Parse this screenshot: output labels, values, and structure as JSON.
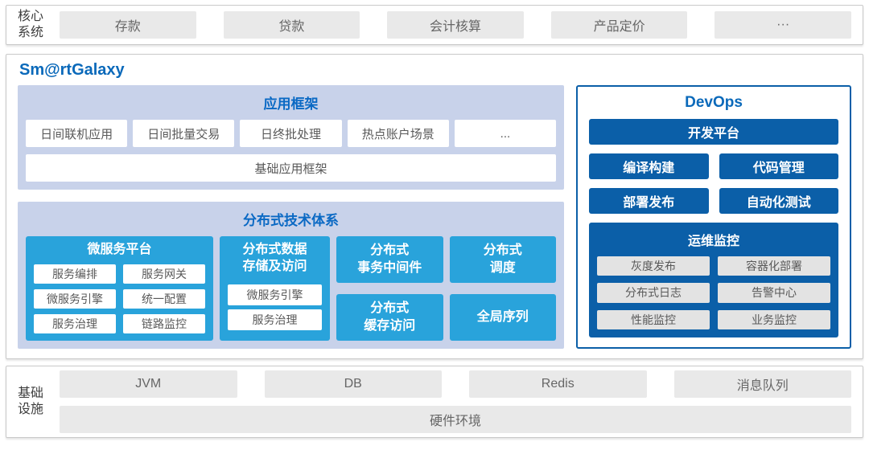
{
  "colors": {
    "accent_blue": "#0a69ba",
    "dark_blue": "#0b5fa8",
    "cyan": "#29a3db",
    "lavender": "#c8d2ea",
    "gray_box": "#e9e9e9"
  },
  "core": {
    "label": "核心\n系统",
    "items": [
      "存款",
      "贷款",
      "会计核算",
      "产品定价",
      "···"
    ]
  },
  "galaxy": {
    "title": "Sm@rtGalaxy",
    "app_framework": {
      "title": "应用框架",
      "items": [
        "日间联机应用",
        "日间批量交易",
        "日终批处理",
        "热点账户场景",
        "..."
      ],
      "base": "基础应用框架"
    },
    "distributed": {
      "title": "分布式技术体系",
      "microservice": {
        "title": "微服务平台",
        "items": [
          "服务编排",
          "服务网关",
          "微服务引擎",
          "统一配置",
          "服务治理",
          "链路监控"
        ]
      },
      "data_storage": {
        "title": "分布式数据\n存储及访问",
        "items": [
          "微服务引擎",
          "服务治理"
        ]
      },
      "cells": [
        "分布式\n事务中间件",
        "分布式\n调度",
        "分布式\n缓存访问",
        "全局序列"
      ]
    },
    "devops": {
      "title": "DevOps",
      "platform": "开发平台",
      "tools": [
        "编译构建",
        "代码管理",
        "部署发布",
        "自动化测试"
      ],
      "monitor": {
        "title": "运维监控",
        "items": [
          "灰度发布",
          "容器化部署",
          "分布式日志",
          "告警中心",
          "性能监控",
          "业务监控"
        ]
      }
    }
  },
  "infra": {
    "label": "基础\n设施",
    "items": [
      "JVM",
      "DB",
      "Redis",
      "消息队列"
    ],
    "base": "硬件环境"
  }
}
